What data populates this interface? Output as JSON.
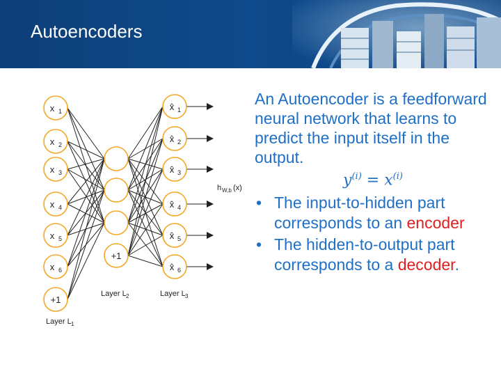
{
  "header": {
    "title": "Autoencoders"
  },
  "diagram": {
    "inputs": [
      "x",
      "x",
      "x",
      "x",
      "x",
      "x"
    ],
    "input_subs": [
      "1",
      "2",
      "3",
      "4",
      "5",
      "6"
    ],
    "input_bias": "+1",
    "outputs": [
      "x̂",
      "x̂",
      "x̂",
      "x̂",
      "x̂",
      "x̂"
    ],
    "output_subs": [
      "1",
      "2",
      "3",
      "4",
      "5",
      "6"
    ],
    "hidden_bias": "+1",
    "output_label": "h",
    "output_label_sub": "W,b",
    "output_label_tail": "(x)",
    "layer_word": "Layer L",
    "layer1_sub": "1",
    "layer2_sub": "2",
    "layer3_sub": "3"
  },
  "content": {
    "intro": "An Autoencoder is a feedforward neural network that learns to predict the input itself in the output.",
    "formula": {
      "y": "y",
      "sup1": "(i)",
      "eq": " = ",
      "x": "x",
      "sup2": "(i)"
    },
    "bullet1_a": "The input-to-hidden part corresponds to an",
    "bullet1_b": "encoder",
    "bullet2_a": "The hidden-to-output part corresponds to a",
    "bullet2_b": "decoder",
    "bullet2_c": ".",
    "bullet_char": "•"
  },
  "colors": {
    "node_stroke": "#f5a623",
    "text_blue": "#1f6fc6",
    "red": "#e02020",
    "header": "#0f4a8c"
  }
}
